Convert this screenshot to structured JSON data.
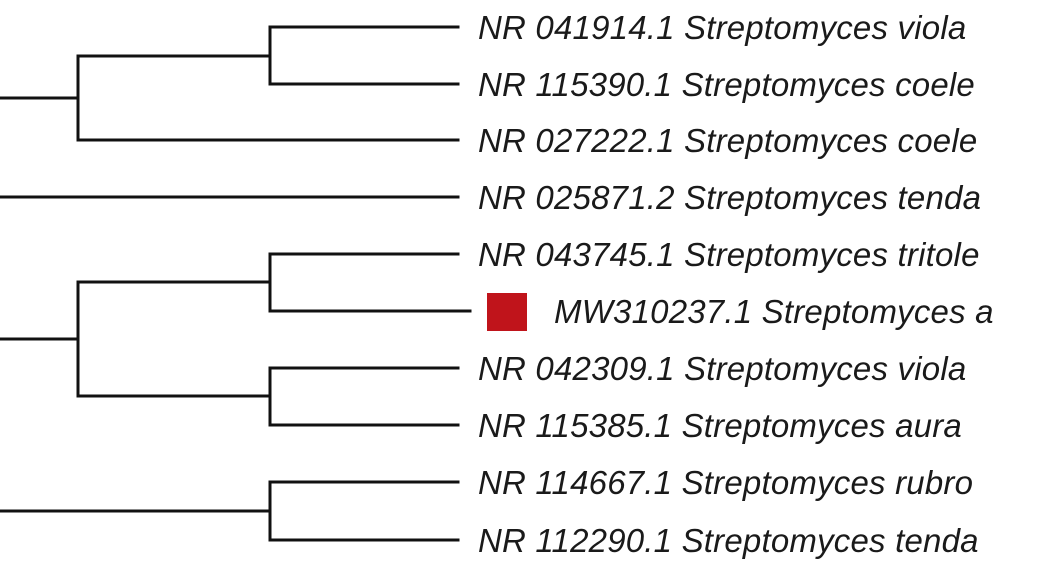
{
  "colors": {
    "branch": "#111111",
    "label_text": "#1a1a1a",
    "marker": "#c0141b",
    "background": "#ffffff"
  },
  "leaves": [
    {
      "label": "NR 041914.1 Streptomyces viola",
      "marker": false
    },
    {
      "label": "NR 115390.1 Streptomyces coele",
      "marker": false
    },
    {
      "label": "NR 027222.1 Streptomyces coele",
      "marker": false
    },
    {
      "label": "NR 025871.2 Streptomyces tenda",
      "marker": false
    },
    {
      "label": "NR 043745.1 Streptomyces tritole",
      "marker": false
    },
    {
      "label": "MW310237.1 Streptomyces a",
      "marker": true,
      "marker_shape": "square"
    },
    {
      "label": "NR 042309.1 Streptomyces viola",
      "marker": false
    },
    {
      "label": "NR 115385.1 Streptomyces aura",
      "marker": false
    },
    {
      "label": "NR 114667.1 Streptomyces rubro",
      "marker": false
    },
    {
      "label": "NR 112290.1 Streptomyces tenda",
      "marker": false
    }
  ]
}
